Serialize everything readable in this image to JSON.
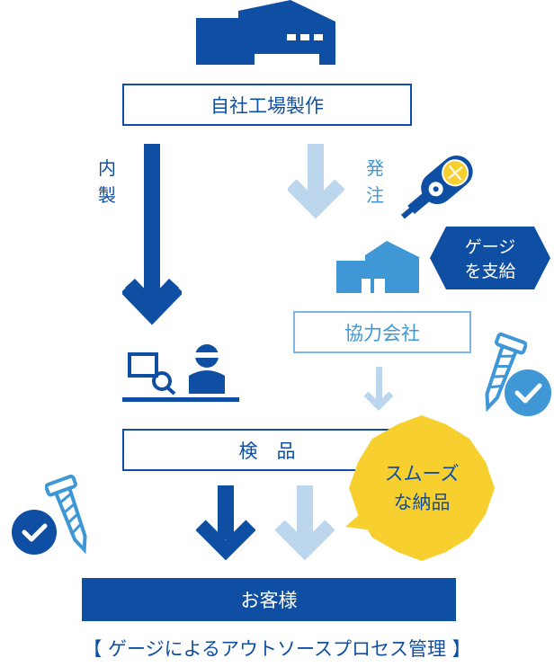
{
  "colors": {
    "primary": "#0f4fa3",
    "light": "#3f97d6",
    "pale": "#bcd6ee",
    "yellow": "#f7cf2e",
    "navy_box": "#0f4fa3"
  },
  "nodes": {
    "factory": "自社工場製作",
    "partner": "協力会社",
    "inspection": "検　品",
    "customer": "お客様"
  },
  "edges": {
    "in_house_label": "内製",
    "order_label": "発注"
  },
  "badges": {
    "gauge_supply": [
      "ゲージ",
      "を支給"
    ],
    "smooth_delivery": [
      "スムーズ",
      "な納品"
    ]
  },
  "icons": {
    "factory": "factory-icon",
    "warehouse": "warehouse-icon",
    "inspector": "inspector-icon",
    "gauge": "gauge-icon",
    "screw": "screw-icon",
    "check": "check-icon"
  },
  "caption": "【 ゲージによるアウトソースプロセス管理 】"
}
